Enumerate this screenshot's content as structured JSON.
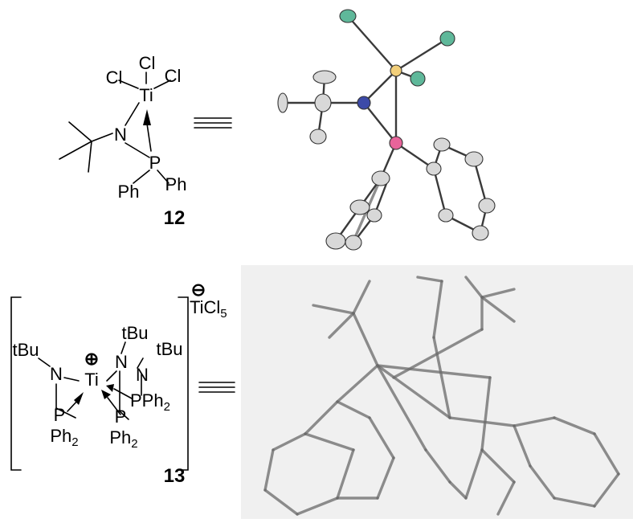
{
  "compound12": {
    "number": "12",
    "atoms": {
      "cl1": "Cl",
      "cl2": "Cl",
      "cl3": "Cl",
      "ti": "Ti",
      "n": "N",
      "p": "P",
      "ph1": "Ph",
      "ph2": "Ph"
    }
  },
  "compound13": {
    "number": "13",
    "cation_charge": "⊕",
    "anion_charge": "⊖",
    "anion": {
      "base": "TiCl",
      "sub": "5"
    },
    "labels": {
      "tbu_left": "tBu",
      "n_left": "N",
      "ti": "Ti",
      "p_left": "P",
      "ph2_left": "Ph",
      "ph2_left_sub": "2",
      "tbu_mid": "tBu",
      "n_mid": "N",
      "tbu_right": "tBu",
      "n_right": "N",
      "pph2_right": "PPh",
      "pph2_right_sub": "2",
      "p_bottom": "P",
      "ph2_bottom": "Ph",
      "ph2_bottom_sub": "2"
    }
  },
  "colors": {
    "chlorine": "#5fb89a",
    "titanium": "#f2cf7a",
    "nitrogen": "#3c4aa8",
    "phosphorus": "#e8649a",
    "carbon": "#d8d8d8"
  }
}
